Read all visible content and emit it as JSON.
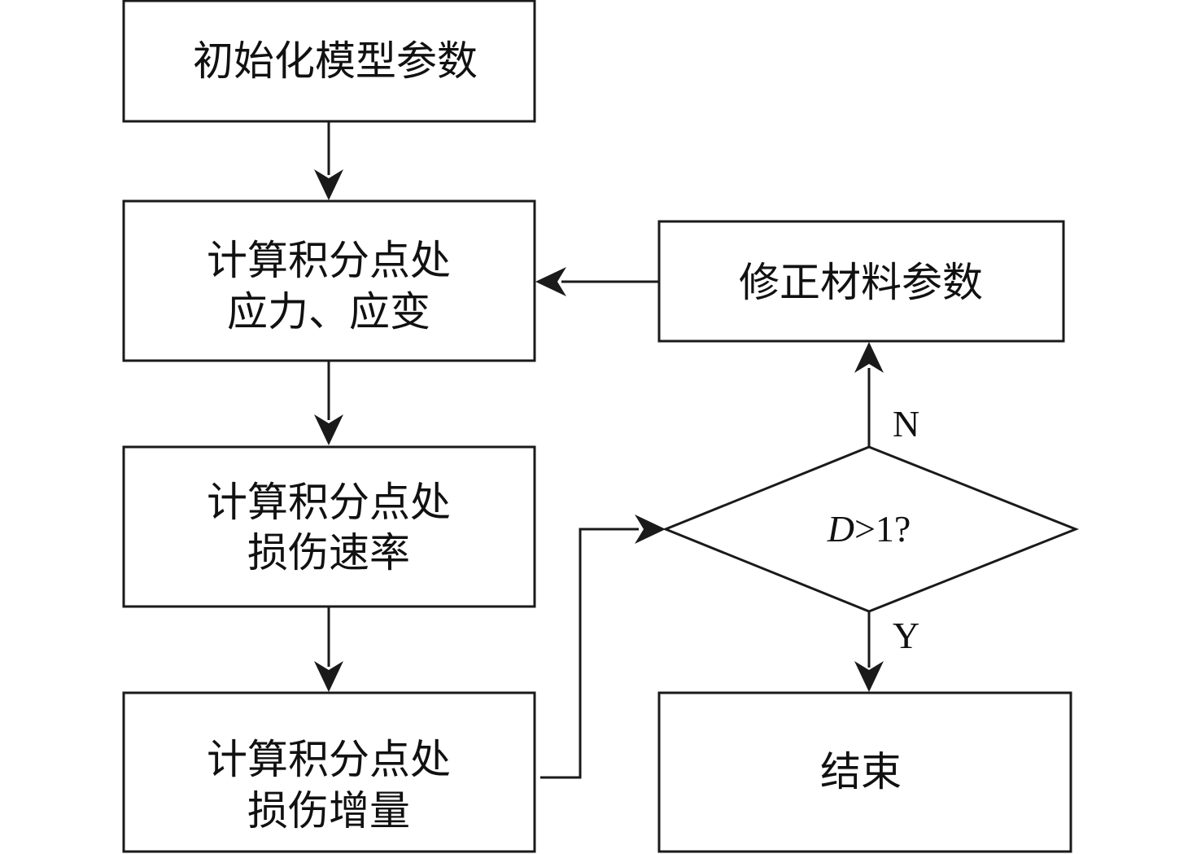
{
  "nodes": {
    "init": {
      "lines": [
        "初始化模型参数"
      ]
    },
    "stress": {
      "lines": [
        "计算积分点处",
        "应力、应变"
      ]
    },
    "damage_rate": {
      "lines": [
        "计算积分点处",
        "损伤速率"
      ]
    },
    "damage_inc": {
      "lines": [
        "计算积分点处",
        "损伤增量"
      ]
    },
    "modify": {
      "lines": [
        "修正材料参数"
      ]
    },
    "decision": {
      "var": "D",
      "rest": ">1?"
    },
    "end": {
      "lines": [
        "结束"
      ]
    }
  },
  "edges": {
    "no_label": "N",
    "yes_label": "Y"
  },
  "colors": {
    "stroke": "#1a1a1a",
    "text": "#111111",
    "background": "#ffffff"
  }
}
